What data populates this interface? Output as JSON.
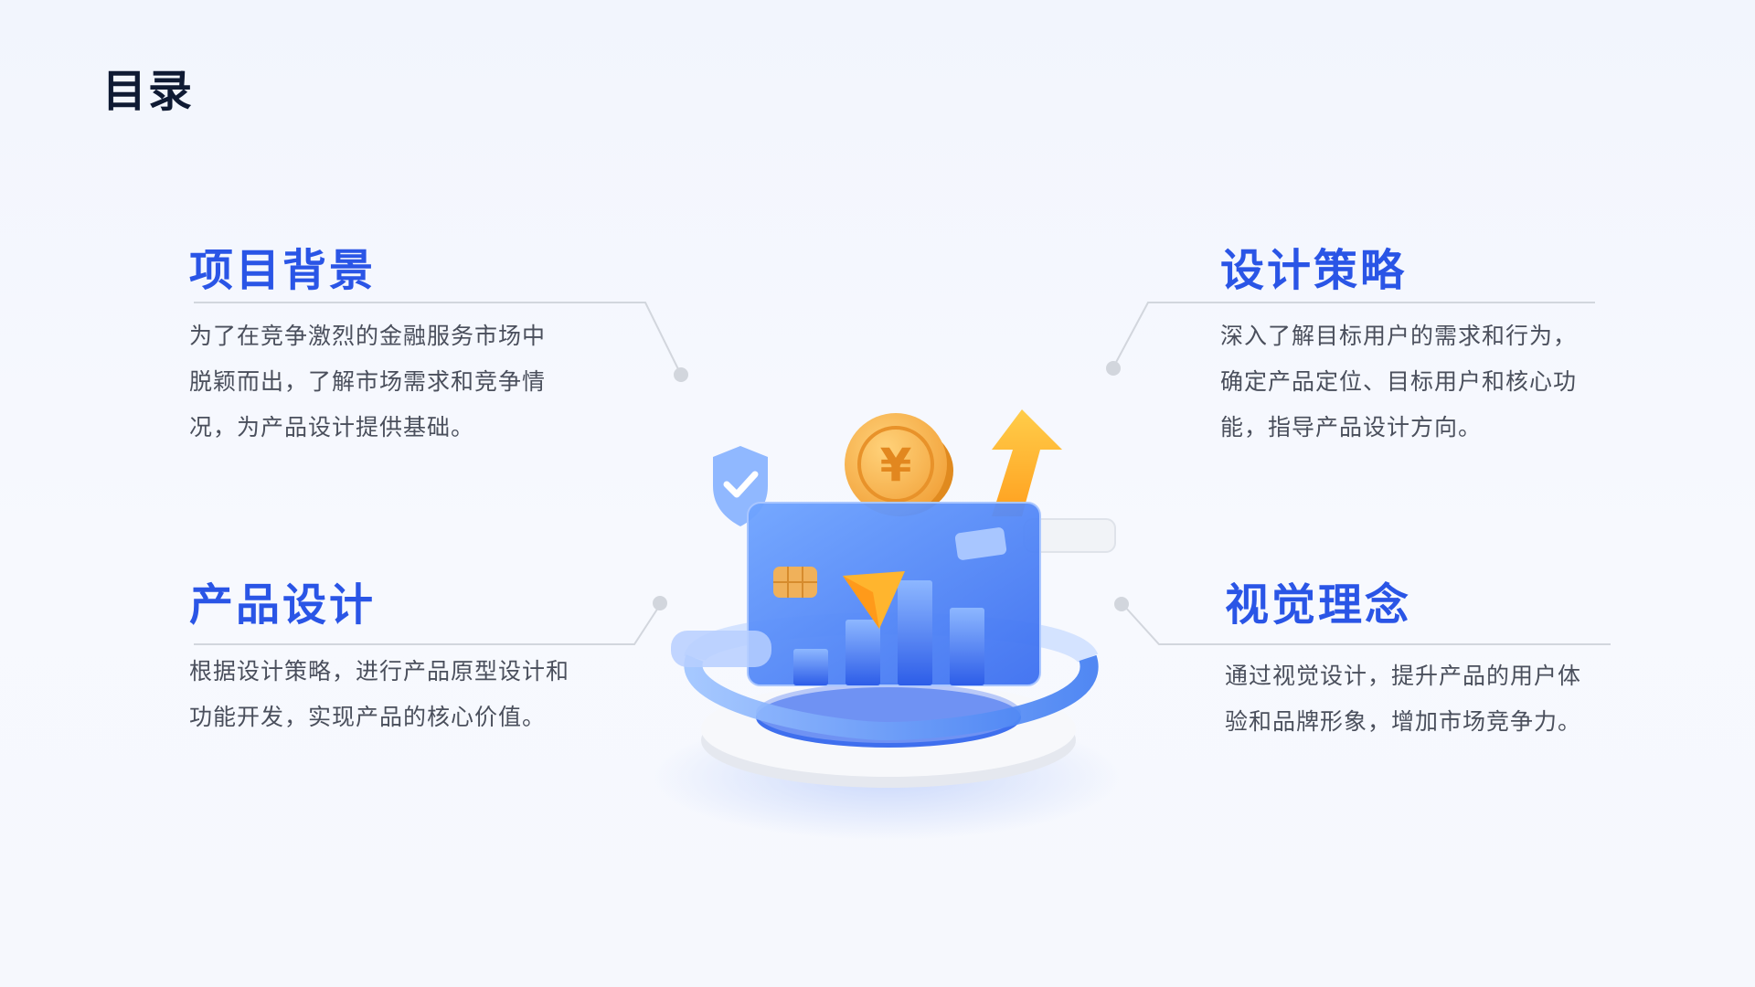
{
  "page": {
    "title": "目录"
  },
  "colors": {
    "heading": "#2a55e6",
    "title": "#0f1a33",
    "body": "#4a4f5c",
    "connector": "#cfd3da"
  },
  "sections": [
    {
      "heading": "项目背景",
      "lines": [
        "为了在竞争激烈的金融服务市场中",
        "脱颖而出，了解市场需求和竞争情",
        "况，为产品设计提供基础。"
      ]
    },
    {
      "heading": "设计策略",
      "lines": [
        "深入了解目标用户的需求和行为，",
        "确定产品定位、目标用户和核心功",
        "能，指导产品设计方向。"
      ]
    },
    {
      "heading": "产品设计",
      "lines": [
        "根据设计策略，进行产品原型设计和",
        "功能开发，实现产品的核心价值。"
      ]
    },
    {
      "heading": "视觉理念",
      "lines": [
        "通过视觉设计，提升产品的用户体",
        "验和品牌形象，增加市场竞争力。"
      ]
    }
  ],
  "illustration": {
    "icons": [
      "shield-check-icon",
      "yuan-coin-icon",
      "arrow-up-icon",
      "bank-card-icon",
      "bar-chart-icon",
      "cursor-arrow-icon"
    ]
  }
}
